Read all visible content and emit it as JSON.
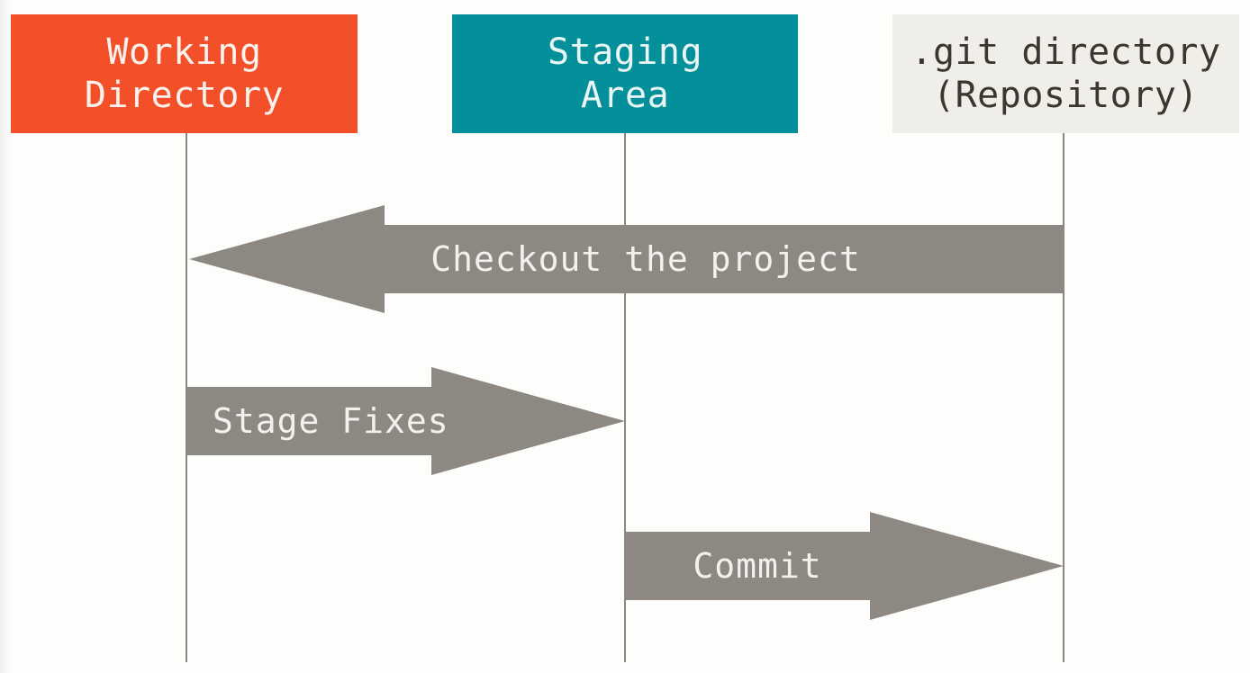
{
  "colors": {
    "working_bg": "#f34f29",
    "working_text": "#fdf3ef",
    "staging_bg": "#03909a",
    "staging_text": "#eaf6f6",
    "repo_bg": "#efeee9",
    "repo_text": "#3a3630",
    "arrow_fill": "#8e8882",
    "lifeline": "#8c8680"
  },
  "columns": [
    {
      "label": "Working\nDirectory"
    },
    {
      "label": "Staging\nArea"
    },
    {
      "label": ".git directory\n(Repository)"
    }
  ],
  "arrows": [
    {
      "label": "Checkout the project",
      "from": 2,
      "to": 0
    },
    {
      "label": "Stage Fixes",
      "from": 0,
      "to": 1
    },
    {
      "label": "Commit",
      "from": 1,
      "to": 2
    }
  ]
}
